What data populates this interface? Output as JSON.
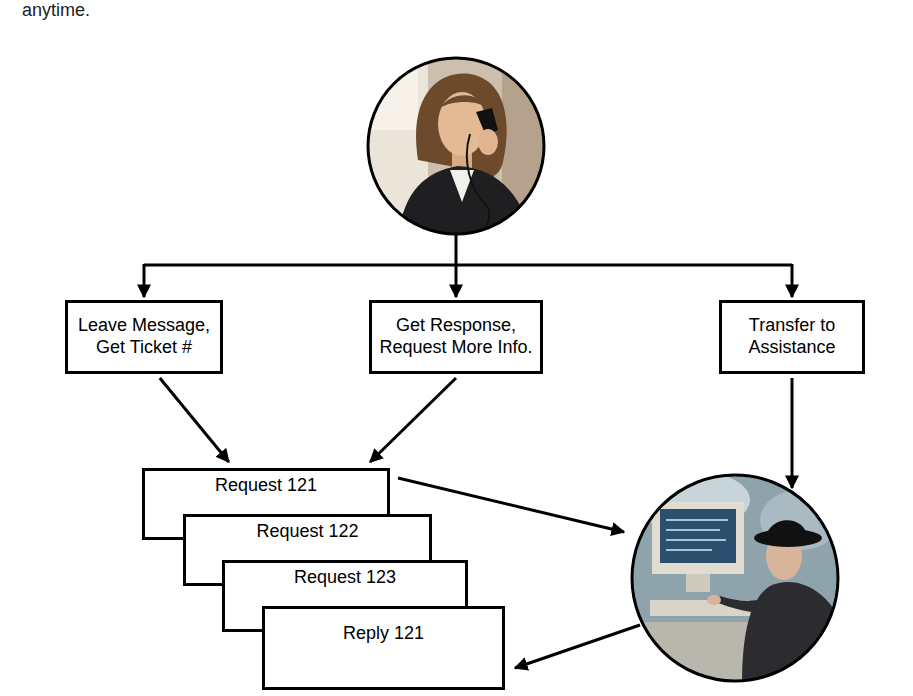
{
  "diagram": {
    "nodes": [
      {
        "text": [
          "Leave Message, Get Ticket #"
        ]
      },
      {
        "text": [
          "Get Response, Request More Info."
        ]
      },
      {
        "text": [
          "Transfer to Assistance"
        ]
      },
      {
        "text": [
          "Request 121"
        ]
      },
      {
        "text": [
          "Request 122"
        ]
      },
      {
        "text": [
          "Request 123"
        ]
      },
      {
        "text": [
          "Reply 121"
        ]
      }
    ],
    "edges": [
      {
        "from": 0,
        "to": 3,
        "arrow": "to"
      },
      {
        "from": 1,
        "to": 3,
        "arrow": "to"
      }
    ],
    "labels": [
      "anytime."
    ]
  }
}
